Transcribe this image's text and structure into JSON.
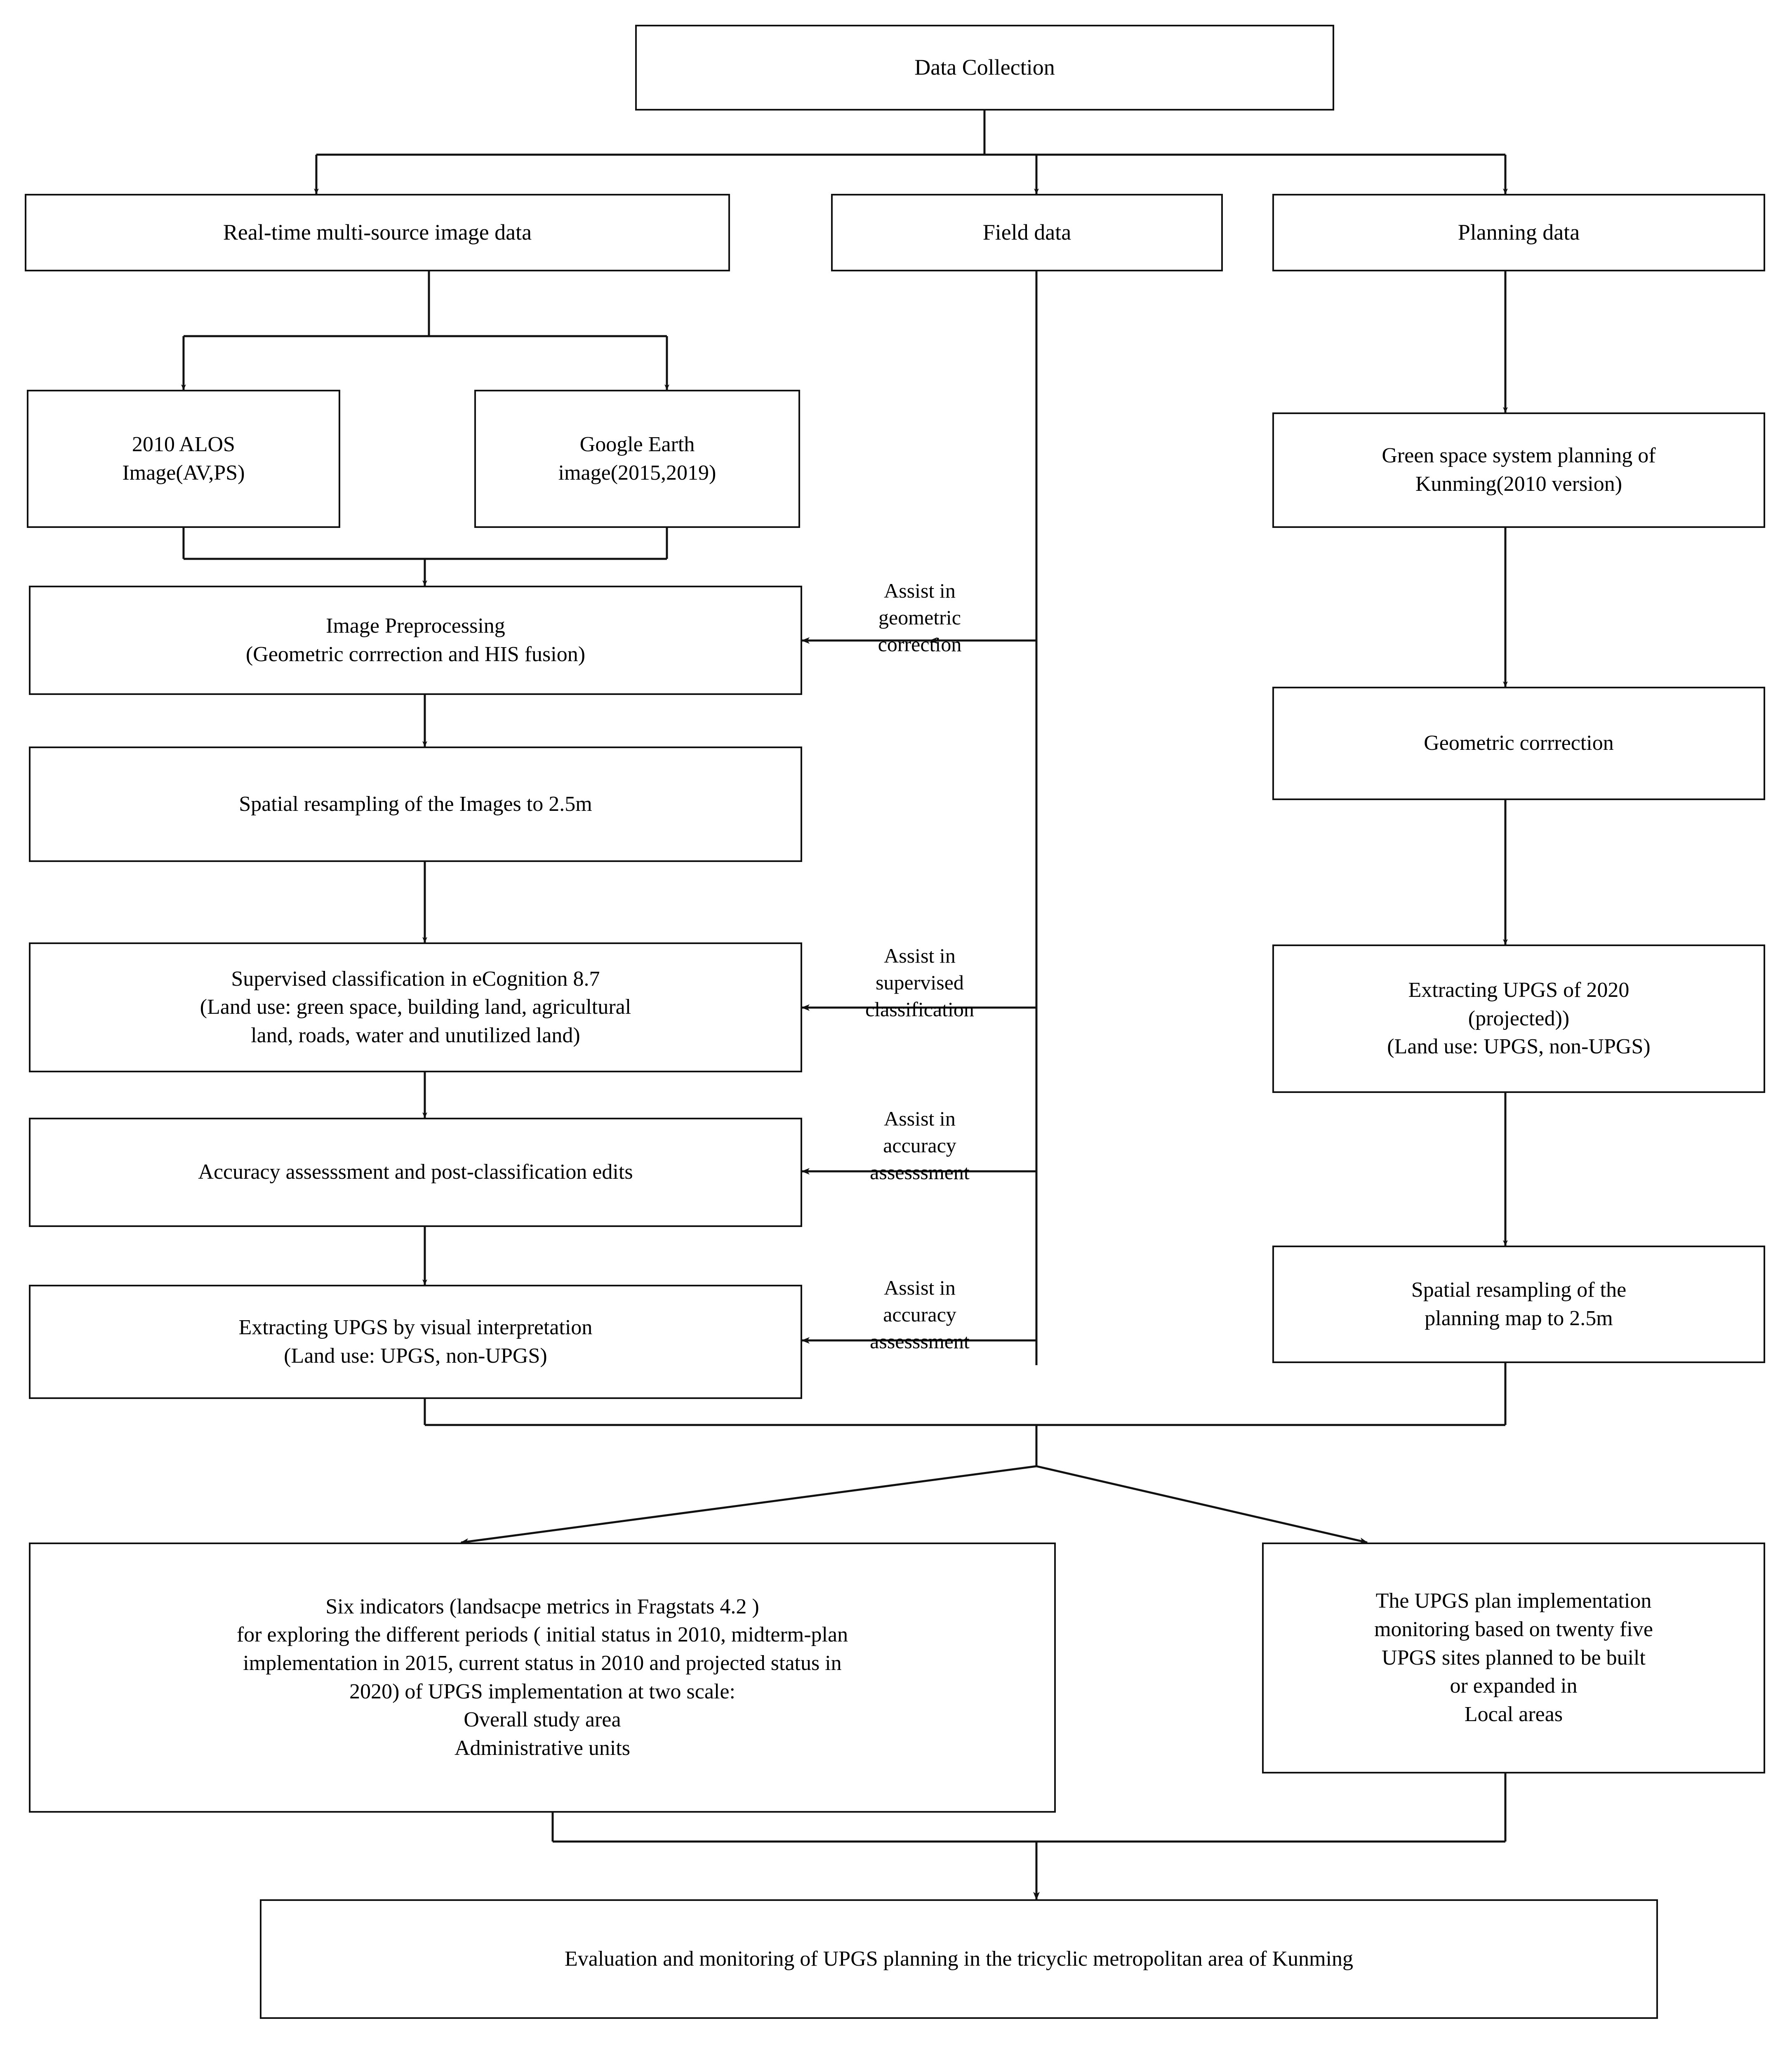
{
  "diagram": {
    "title": "Research workflow for evaluation and monitoring of UPGS planning",
    "type": "flowchart",
    "stroke_color": "#111111",
    "background_color": "#ffffff"
  },
  "nodes": {
    "data_collection": "Data Collection",
    "realtime_image": "Real-time multi-source image data",
    "field_data": "Field data",
    "planning_data": "Planning data",
    "alos": "2010 ALOS\nImage(AV,PS)",
    "google_earth": "Google Earth\nimage(2015,2019)",
    "green_space_plan": "Green space system planning of\nKunming(2010 version)",
    "image_preprocessing": "Image Preprocessing\n(Geometric corrrection and HIS fusion)",
    "geometric_correction": "Geometric corrrection",
    "spatial_resampling_images": "Spatial resampling of the Images to 2.5m",
    "supervised_classification": "Supervised classification in eCognition 8.7\n(Land use: green space, building land, agricultural\nland, roads, water and unutilized land)",
    "extracting_upgs_2020": "Extracting UPGS of  2020\n(projected))\n(Land use: UPGS, non-UPGS)",
    "accuracy_assessment": "Accuracy assesssment and post-classification edits",
    "spatial_resampling_plan": "Spatial resampling of the\nplanning map to 2.5m",
    "extracting_upgs_visual": "Extracting UPGS by visual interpretation\n(Land use: UPGS, non-UPGS)",
    "six_indicators": "Six indicators (landsacpe metrics in Fragstats 4.2 )\nfor exploring the different periods ( initial status in 2010, midterm-plan\nimplementation in 2015, current status in 2010 and projected status in\n2020) of  UPGS implementation  at two scale:\nOverall study area\nAdministrative units",
    "upgs_monitoring": "The UPGS plan implementation\nmonitoring based on twenty five\nUPGS sites planned to be built\nor expanded in\nLocal areas",
    "final_output": "Evaluation and monitoring of UPGS planning in the tricyclic metropolitan area of Kunming"
  },
  "edge_labels": {
    "assist_geometric": "Assist in\ngeometric\ncorrection",
    "assist_supervised": "Assist in\nsupervised\nclassification",
    "assist_accuracy_1": "Assist in\naccuracy\nassesssment",
    "assist_accuracy_2": "Assist in\naccuracy\nassesssment"
  }
}
